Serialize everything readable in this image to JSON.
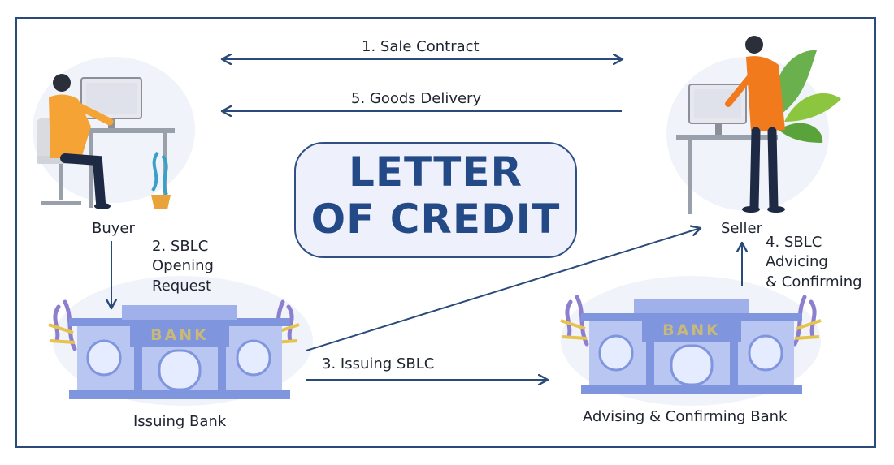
{
  "diagram": {
    "title": "LETTER\nOF CREDIT",
    "parties": {
      "buyer": "Buyer",
      "seller": "Seller",
      "issuing_bank": "Issuing Bank",
      "advising_bank": "Advising & Confirming Bank"
    },
    "bank_sign": "BANK",
    "steps": {
      "sale_contract": "1. Sale Contract",
      "sblc_request": "2. SBLC\nOpening\nRequest",
      "issuing_sblc": "3. Issuing SBLC",
      "advising": "4. SBLC\nAdvicing\n& Confirming",
      "goods_delivery": "5. Goods Delivery"
    }
  },
  "colors": {
    "arrow": "#2a4a7a",
    "title": "#234a86",
    "bank": "#7f95dd",
    "bank_light": "#b9c6f2",
    "person_shirt_buyer": "#f5a334",
    "person_shirt_seller": "#f07a1c",
    "plant": "#3aa0c8"
  }
}
